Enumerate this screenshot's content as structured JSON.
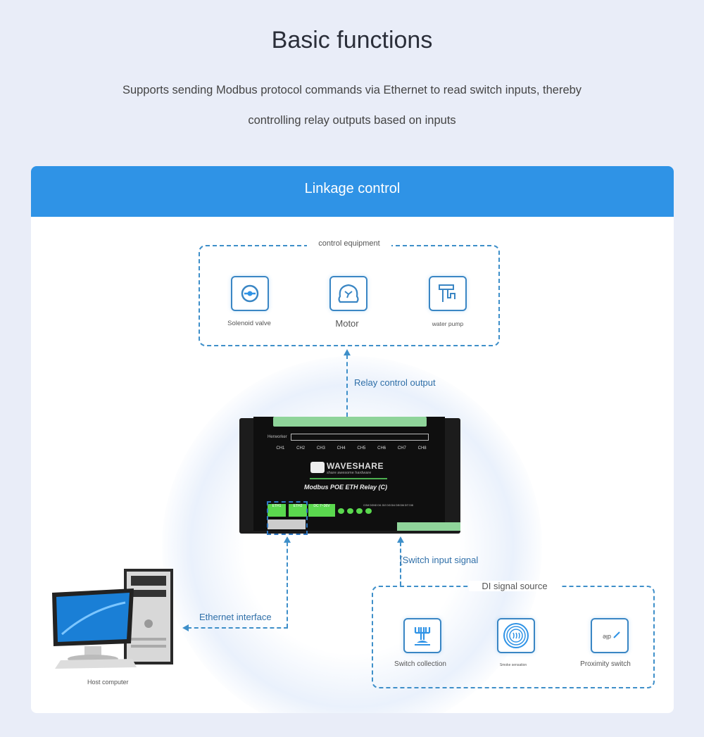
{
  "header": {
    "title": "Basic functions",
    "subtitle_line1": "Supports sending Modbus protocol commands via Ethernet to read switch inputs, thereby",
    "subtitle_line2": "controlling relay outputs based on inputs"
  },
  "card": {
    "title": "Linkage control"
  },
  "control_equipment": {
    "label": "control equipment",
    "items": [
      {
        "label": "Solenoid valve",
        "icon": "solenoid-valve-icon"
      },
      {
        "label": "Motor",
        "icon": "motor-icon"
      },
      {
        "label": "water pump",
        "icon": "water-pump-icon"
      }
    ]
  },
  "flows": {
    "relay_output": "Relay control output",
    "switch_input": "[Switch input signal",
    "ethernet": "Ethernet interface"
  },
  "device": {
    "brand": "WAVESHARE",
    "tagline": "share awesome hardware",
    "model": "Modbus POE ETH Relay (C)",
    "channels": [
      "CH1",
      "CH2",
      "CH3",
      "CH4",
      "CH5",
      "CH6",
      "CH7",
      "CH8"
    ],
    "ports": [
      "ETH1",
      "ETH2",
      "DC 7~36V"
    ],
    "side_label": "Herworker",
    "di_labels": "COM DGND DI1 DI2 DI3 DI4 DI5 DI6 DI7 DI8"
  },
  "host": {
    "label": "Host computer"
  },
  "di_source": {
    "label": "DI signal source",
    "items": [
      {
        "label": "Switch collection",
        "icon": "switch-collection-icon"
      },
      {
        "label": "Smoke sensation",
        "icon": "smoke-sensor-icon"
      },
      {
        "label": "Proximity switch",
        "icon": "proximity-switch-icon"
      }
    ]
  },
  "colors": {
    "accent": "#2f93e6",
    "dashed": "#3e8fc9",
    "background": "#e9edf8"
  }
}
